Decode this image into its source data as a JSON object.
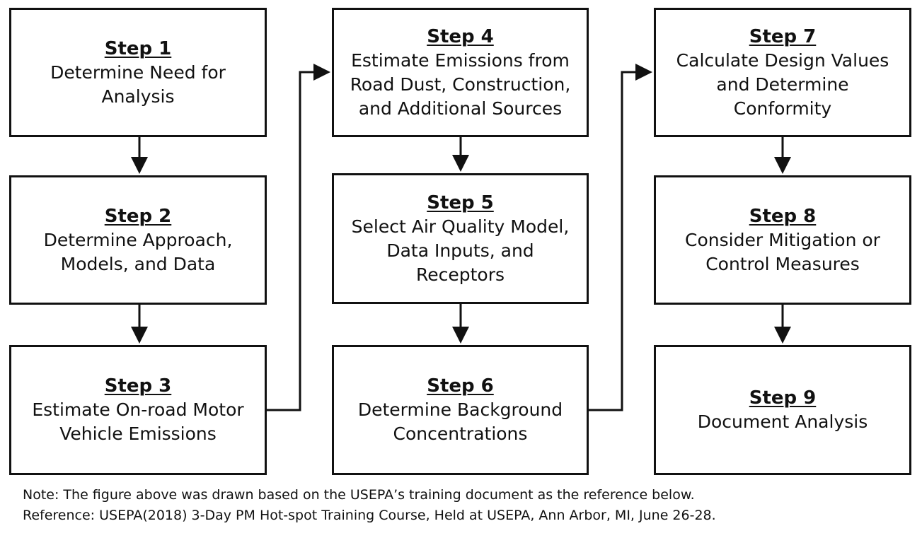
{
  "steps": [
    {
      "title": "Step 1",
      "text": "Determine Need for\nAnalysis"
    },
    {
      "title": "Step 2",
      "text": "Determine Approach,\nModels, and Data"
    },
    {
      "title": "Step 3",
      "text": "Estimate On-road Motor\nVehicle Emissions"
    },
    {
      "title": "Step 4",
      "text": "Estimate Emissions from\nRoad Dust, Construction,\nand Additional Sources"
    },
    {
      "title": "Step 5",
      "text": "Select Air Quality Model,\nData Inputs, and\nReceptors"
    },
    {
      "title": "Step 6",
      "text": "Determine Background\nConcentrations"
    },
    {
      "title": "Step 7",
      "text": "Calculate Design Values\nand Determine\nConformity"
    },
    {
      "title": "Step 8",
      "text": "Consider Mitigation or\nControl Measures"
    },
    {
      "title": "Step 9",
      "text": "Document Analysis"
    }
  ],
  "note": {
    "line1": "Note: The figure above was drawn based on the USEPA’s training document as the reference below.",
    "line2": "Reference: USEPA(2018) 3-Day PM Hot-spot Training Course, Held at USEPA, Ann Arbor, MI, June 26-28."
  },
  "colors": {
    "line": "#111111",
    "background": "#ffffff"
  }
}
